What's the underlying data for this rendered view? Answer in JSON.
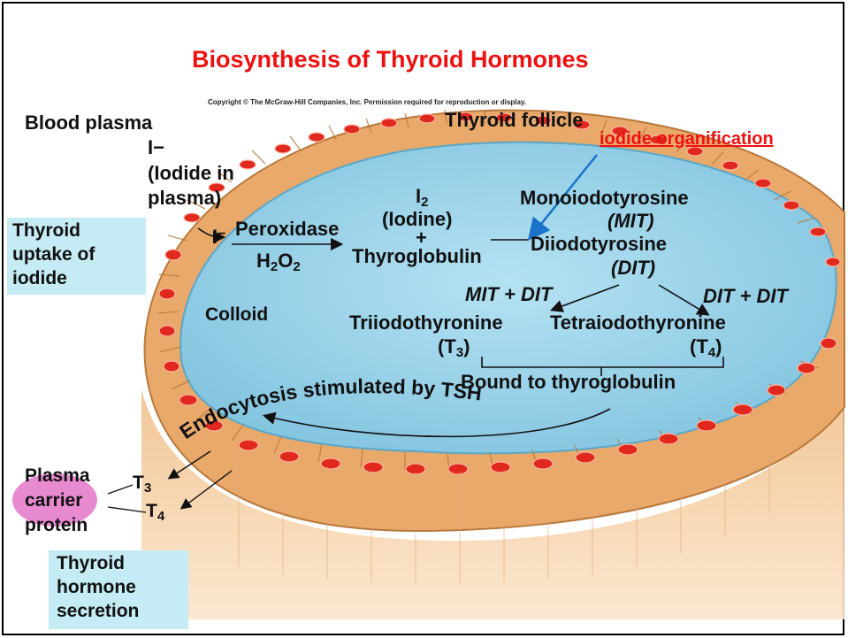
{
  "title": "Biosynthesis of Thyroid Hormones",
  "copyright": "Copyright © The McGraw-Hill Companies, Inc. Permission required for reproduction or display.",
  "annotation": "iodide organification",
  "labels": {
    "blood_plasma": "Blood plasma",
    "thyroid_follicle": "Thyroid follicle",
    "iodide_symbol": "I",
    "iodide_charge": "−",
    "iodide_in": "(Iodide in",
    "plasma_paren": "plasma)",
    "iodine_symbol": "I",
    "iodine_sub": "2",
    "iodine_paren": "(Iodine)",
    "plus": "+",
    "peroxidase": "Peroxidase",
    "h2o2_h": "H",
    "h2o2_sub1": "2",
    "h2o2_o": "O",
    "h2o2_sub2": "2",
    "thyroglobulin": "Thyroglobulin",
    "monoiodotyrosine": "Monoiodotyrosine",
    "mit": "(MIT)",
    "diiodotyrosine": "Diiodotyrosine",
    "dit": "(DIT)",
    "colloid": "Colloid",
    "mit_dit": "MIT + DIT",
    "dit_dit": "DIT + DIT",
    "triiodothyronine": "Triiodothyronine",
    "tetraiodothyronine": "Tetraiodothyronine",
    "t3_paren_open": "(T",
    "t3_sub": "3",
    "t3_paren_close": ")",
    "t4_paren_open": "(T",
    "t4_sub": "4",
    "t4_paren_close": ")",
    "bound": "Bound to thyroglobulin",
    "endocytosis": "Endocytosis stimulated by TSH",
    "uptake_1": "Thyroid",
    "uptake_2": "uptake of",
    "uptake_3": "iodide",
    "carrier_1": "Plasma",
    "carrier_2": "carrier",
    "carrier_3": "protein",
    "t3_out": "T",
    "t3_out_sub": "3",
    "t4_out": "T",
    "t4_out_sub": "4",
    "secretion_1": "Thyroid",
    "secretion_2": "hormone",
    "secretion_3": "secretion"
  },
  "colors": {
    "title": "#ee1111",
    "annotation": "#ee1111",
    "annotation_arrow": "#1a73c9",
    "colloid": "#9fd4ea",
    "cells": "#e8a96a",
    "nucleus": "#e0281e",
    "label_box": "#c5ecf4",
    "carrier": "#e88ad0"
  }
}
